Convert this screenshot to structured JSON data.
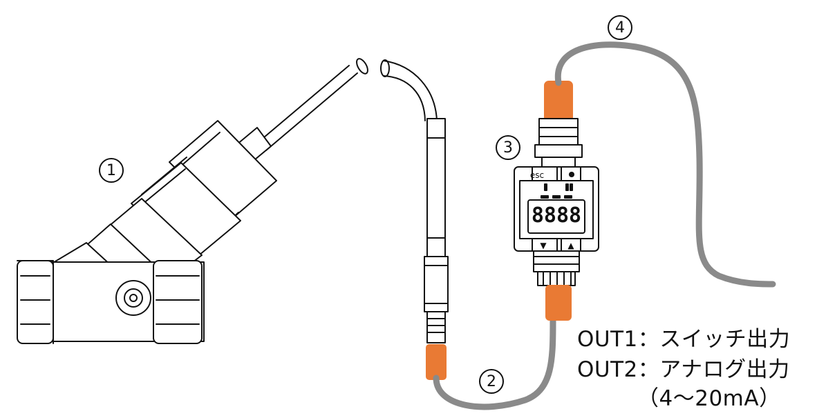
{
  "labels": {
    "one": "1",
    "two": "2",
    "three": "3",
    "four": "4"
  },
  "display": {
    "esc": "esc",
    "digits": "8888",
    "down_arrow": "▼",
    "up_arrow": "▲"
  },
  "outputs": {
    "out1": "OUT1：スイッチ出力",
    "out2": "OUT2：アナログ出力",
    "out2_range": "（4～20mA）"
  },
  "colors": {
    "cable_orange": "#e97a34",
    "cable_gray": "#8a8a8a",
    "line": "#111111"
  }
}
